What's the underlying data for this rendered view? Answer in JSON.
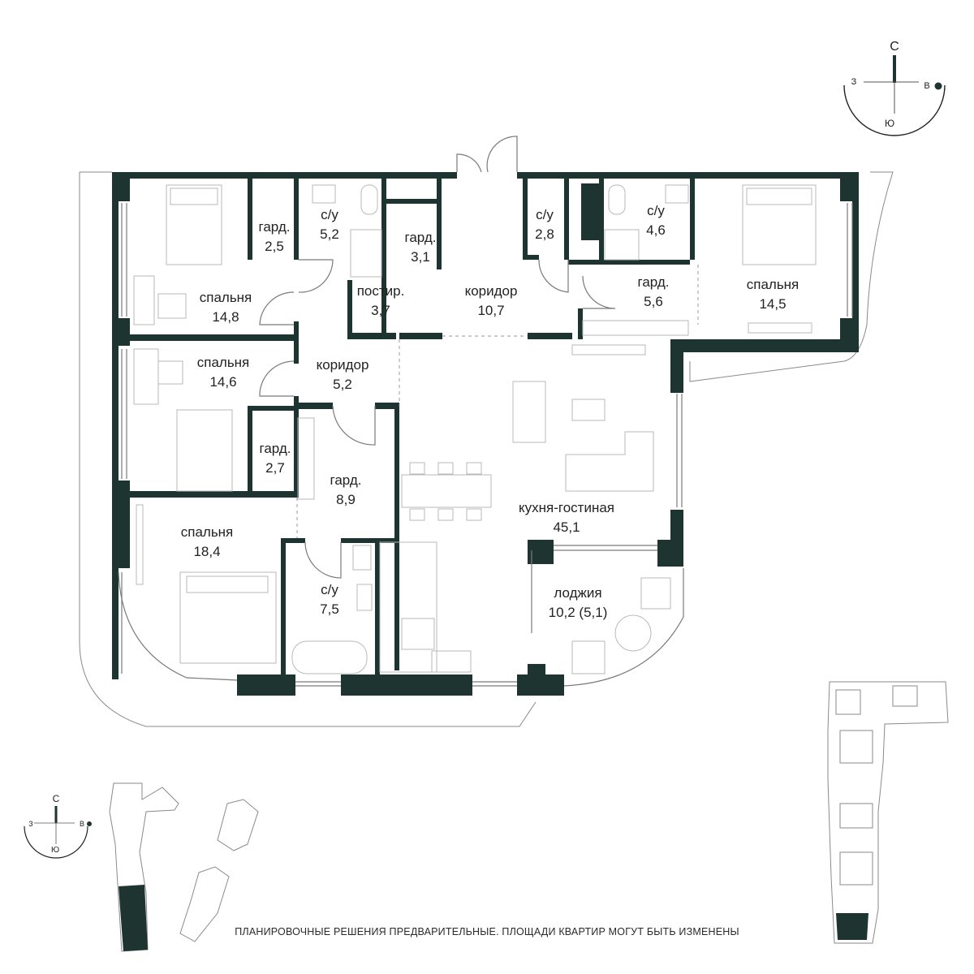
{
  "rooms": [
    {
      "id": "bedroom-1",
      "name": "спальня",
      "area": "14,8"
    },
    {
      "id": "wardrobe-1",
      "name": "гард.",
      "area": "2,5"
    },
    {
      "id": "bathroom-1",
      "name": "с/у",
      "area": "5,2"
    },
    {
      "id": "wardrobe-2",
      "name": "гард.",
      "area": "3,1"
    },
    {
      "id": "laundry",
      "name": "постир.",
      "area": "3,7"
    },
    {
      "id": "corridor-1",
      "name": "коридор",
      "area": "10,7"
    },
    {
      "id": "bathroom-2",
      "name": "с/у",
      "area": "2,8"
    },
    {
      "id": "bathroom-3",
      "name": "с/у",
      "area": "4,6"
    },
    {
      "id": "wardrobe-3",
      "name": "гард.",
      "area": "5,6"
    },
    {
      "id": "bedroom-2",
      "name": "спальня",
      "area": "14,5"
    },
    {
      "id": "bedroom-3",
      "name": "спальня",
      "area": "14,6"
    },
    {
      "id": "corridor-2",
      "name": "коридор",
      "area": "5,2"
    },
    {
      "id": "wardrobe-4",
      "name": "гард.",
      "area": "2,7"
    },
    {
      "id": "wardrobe-5",
      "name": "гард.",
      "area": "8,9"
    },
    {
      "id": "kitchen-living",
      "name": "кухня-гостиная",
      "area": "45,1"
    },
    {
      "id": "bedroom-4",
      "name": "спальня",
      "area": "18,4"
    },
    {
      "id": "bathroom-4",
      "name": "с/у",
      "area": "7,5"
    },
    {
      "id": "loggia",
      "name": "лоджия",
      "area": "10,2 (5,1)"
    }
  ],
  "compass": {
    "north": "С",
    "south": "Ю",
    "west": "З",
    "east": "В"
  },
  "compass_small": {
    "north": "С",
    "south": "Ю",
    "west": "З",
    "east": "В"
  },
  "disclaimer": "ПЛАНИРОВОЧНЫЕ РЕШЕНИЯ ПРЕДВАРИТЕЛЬНЫЕ. ПЛОЩАДИ КВАРТИР МОГУТ БЫТЬ ИЗМЕНЕНЫ",
  "colors": {
    "wall": "#1e3430",
    "highlight": "#1e3430",
    "text": "#222222"
  }
}
